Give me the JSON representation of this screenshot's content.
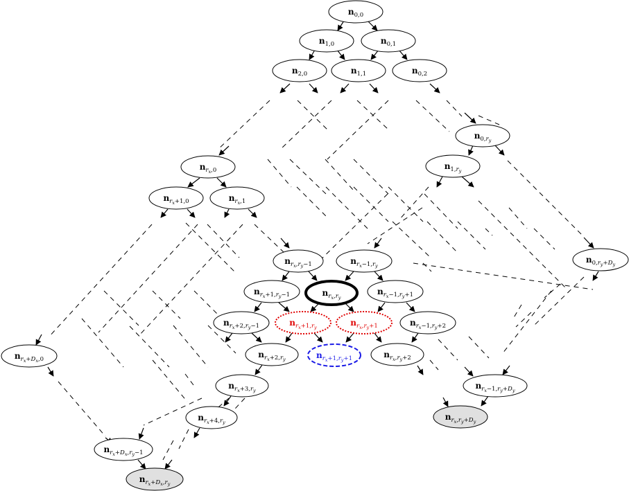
{
  "colors": {
    "default_stroke": "#000000",
    "current": "#000000",
    "red": "#e00000",
    "blue": "#1a1ae6",
    "final_fill": "#e0e0e0"
  },
  "nodes": [
    {
      "id": "n00",
      "label": "n",
      "sub": "0,0",
      "style": "plain"
    },
    {
      "id": "n10",
      "label": "n",
      "sub": "1,0",
      "style": "plain"
    },
    {
      "id": "n01",
      "label": "n",
      "sub": "0,1",
      "style": "plain"
    },
    {
      "id": "n20",
      "label": "n",
      "sub": "2,0",
      "style": "plain"
    },
    {
      "id": "n11",
      "label": "n",
      "sub": "1,1",
      "style": "plain"
    },
    {
      "id": "n02",
      "label": "n",
      "sub": "0,2",
      "style": "plain"
    },
    {
      "id": "n0ry",
      "label": "n",
      "sub": "0,r_y",
      "style": "plain"
    },
    {
      "id": "n1ry",
      "label": "n",
      "sub": "1,r_y",
      "style": "plain"
    },
    {
      "id": "nrx0",
      "label": "n",
      "sub": "r_x,0",
      "style": "plain"
    },
    {
      "id": "nrx10",
      "label": "n",
      "sub": "r_x+1,0",
      "style": "plain"
    },
    {
      "id": "nrx1",
      "label": "n",
      "sub": "r_x,1",
      "style": "plain"
    },
    {
      "id": "n0ryDy",
      "label": "n",
      "sub": "0,r_y+D_y",
      "style": "plain"
    },
    {
      "id": "nrxrym1",
      "label": "n",
      "sub": "r_x,r_y−1",
      "style": "plain"
    },
    {
      "id": "nrxm1ry",
      "label": "n",
      "sub": "r_x−1,r_y",
      "style": "plain"
    },
    {
      "id": "nrx1rym1",
      "label": "n",
      "sub": "r_x+1,r_y−1",
      "style": "plain"
    },
    {
      "id": "nrxry",
      "label": "n",
      "sub": "r_x,r_y",
      "style": "current"
    },
    {
      "id": "nrxm1ry1",
      "label": "n",
      "sub": "r_x−1,r_y+1",
      "style": "plain"
    },
    {
      "id": "nrx2rym1",
      "label": "n",
      "sub": "r_x+2,r_y−1",
      "style": "plain"
    },
    {
      "id": "nrx1ry",
      "label": "n",
      "sub": "r_x+1,r_y",
      "style": "red"
    },
    {
      "id": "nrxry1",
      "label": "n",
      "sub": "r_x,r_y+1",
      "style": "red"
    },
    {
      "id": "nrxm1ry2",
      "label": "n",
      "sub": "r_x−1,r_y+2",
      "style": "plain"
    },
    {
      "id": "nrxDx0",
      "label": "n",
      "sub": "r_x+D_x,0",
      "style": "plain"
    },
    {
      "id": "nrx2ry",
      "label": "n",
      "sub": "r_x+2,r_y",
      "style": "plain"
    },
    {
      "id": "nrx1ry1",
      "label": "n",
      "sub": "r_x+1,r_y+1",
      "style": "blue"
    },
    {
      "id": "nrxry2",
      "label": "n",
      "sub": "r_x,r_y+2",
      "style": "plain"
    },
    {
      "id": "nrx3ry",
      "label": "n",
      "sub": "r_x+3,r_y",
      "style": "plain"
    },
    {
      "id": "nrxm1ryDy",
      "label": "n",
      "sub": "r_x−1,r_y+D_y",
      "style": "plain"
    },
    {
      "id": "nrx4ry",
      "label": "n",
      "sub": "r_x+4,r_y",
      "style": "plain"
    },
    {
      "id": "nrxryDy",
      "label": "n",
      "sub": "r_x,r_y+D_y",
      "style": "final"
    },
    {
      "id": "nrxDxrym1",
      "label": "n",
      "sub": "r_x+D_x,r_y−1",
      "style": "plain"
    },
    {
      "id": "nrxDxry",
      "label": "n",
      "sub": "r_x+D_x,r_y",
      "style": "final"
    }
  ]
}
